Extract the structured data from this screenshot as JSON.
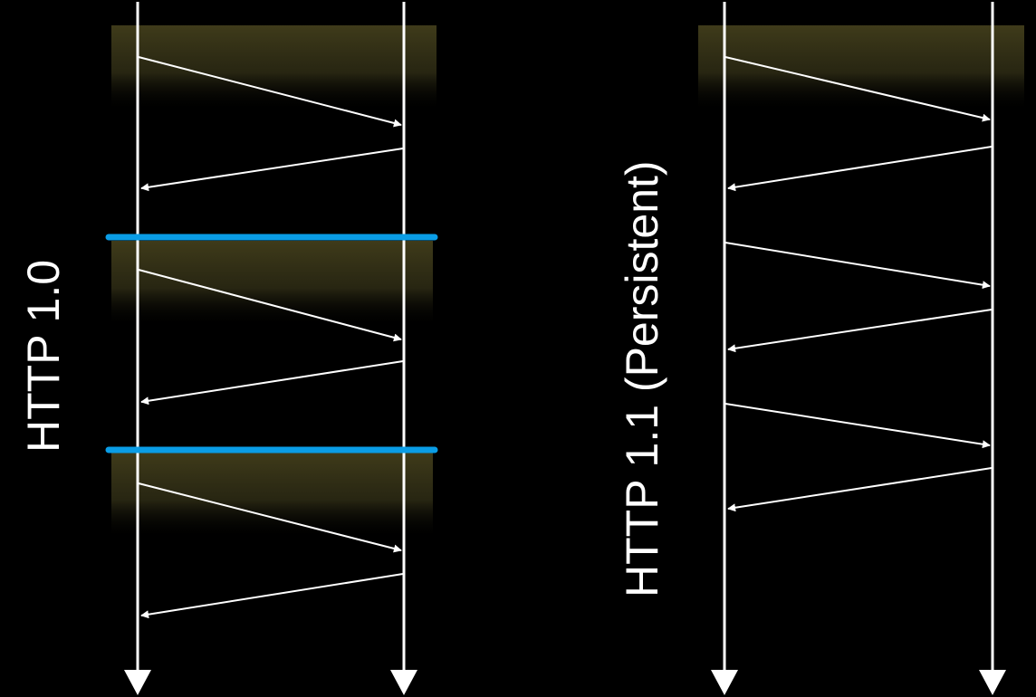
{
  "diagram": {
    "left_panel": {
      "label": "HTTP 1.0",
      "exchanges": 3,
      "connection_shading": "#3f3b1a",
      "separator_color": "#0a9de6"
    },
    "right_panel": {
      "label": "HTTP 1.1 (Persistent)",
      "exchanges": 3,
      "connection_shading": "#3f3b1a"
    },
    "colors": {
      "background": "#000000",
      "lines": "#ffffff"
    }
  }
}
